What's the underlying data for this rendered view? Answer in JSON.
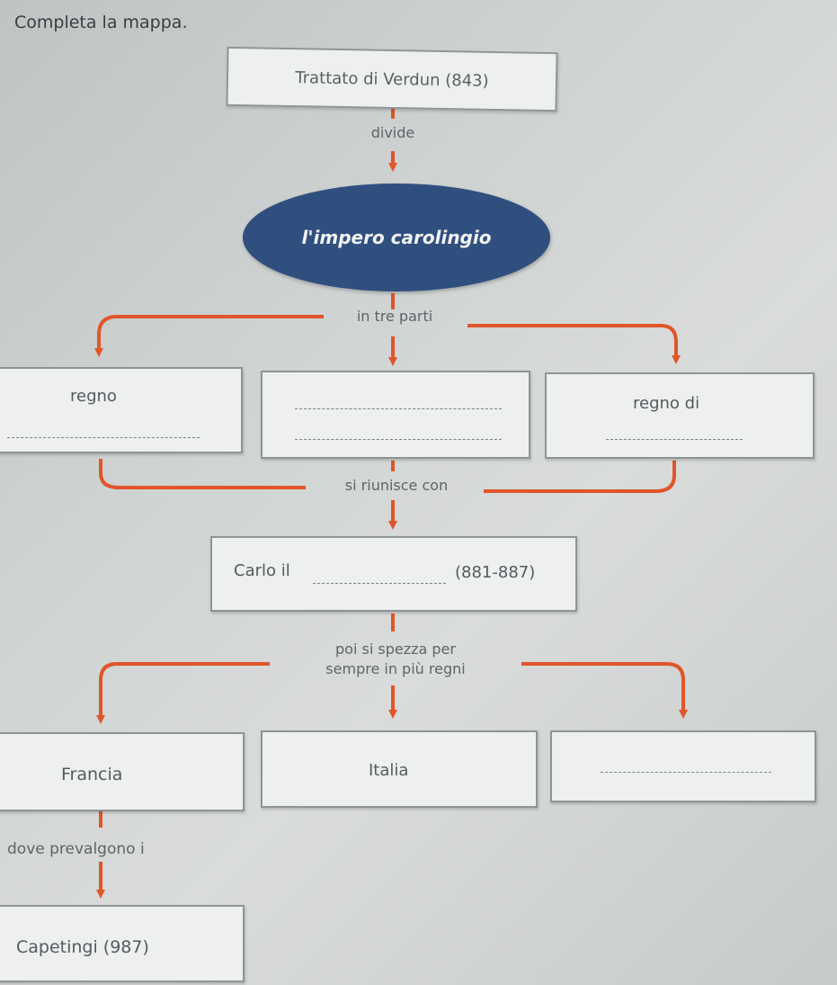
{
  "instruction": "Completa la mappa.",
  "nodes": {
    "treaty": "Trattato di Verdun (843)",
    "empire": "l'impero carolingio",
    "kingdom_left_prefix": "regno",
    "kingdom_right_prefix": "regno di",
    "carlo_prefix": "Carlo il",
    "carlo_dates": "(881-887)",
    "francia": "Francia",
    "italia": "Italia",
    "capetingi": "Capetingi (987)"
  },
  "connectors": {
    "divides": "divide",
    "three_parts": "in tre parti",
    "reunites": "si riunisce con",
    "breaks_line1": "poi si spezza per",
    "breaks_line2": "sempre in più regni",
    "prevail": "dove prevalgono i"
  },
  "colors": {
    "arrow": "#e0552a",
    "ellipse": "#2f4f7f"
  }
}
